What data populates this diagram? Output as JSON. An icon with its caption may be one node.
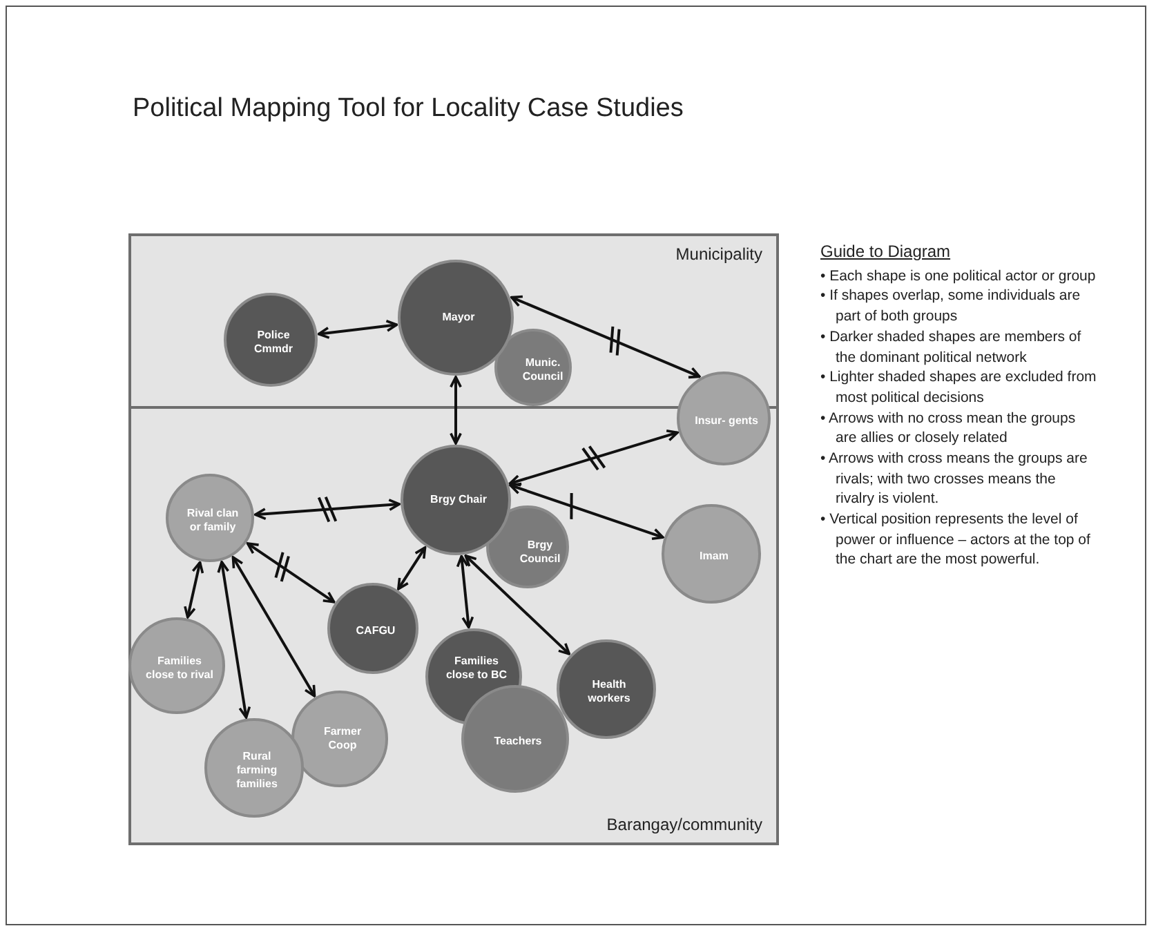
{
  "diagram": {
    "title": "Political Mapping Tool for Locality Case Studies",
    "nodes": [
      {
        "text": [
          "Municipality"
        ]
      },
      {
        "text": [
          "Barangay/community"
        ]
      },
      {
        "text": [
          "Police Cmmdr"
        ],
        "in": 0
      },
      {
        "text": [
          "Mayor"
        ],
        "in": 0
      },
      {
        "text": [
          "Munic. Council"
        ],
        "in": 0
      },
      {
        "text": [
          "Insur- gents"
        ]
      },
      {
        "text": [
          "Rival clan or family"
        ],
        "in": 1
      },
      {
        "text": [
          "Brgy Chair"
        ],
        "in": 1
      },
      {
        "text": [
          "Brgy Council"
        ],
        "in": 1
      },
      {
        "text": [
          "Imam"
        ],
        "in": 1
      },
      {
        "text": [
          "CAFGU"
        ],
        "in": 1
      },
      {
        "text": [
          "Families close to rival"
        ],
        "in": 1
      },
      {
        "text": [
          "Families close to BC"
        ],
        "in": 1
      },
      {
        "text": [
          "Health workers"
        ],
        "in": 1
      },
      {
        "text": [
          "Farmer Coop"
        ],
        "in": 1
      },
      {
        "text": [
          "Teachers"
        ],
        "in": 1
      },
      {
        "text": [
          "Rural farming families"
        ],
        "in": 1
      }
    ],
    "edges": [
      {
        "from": 2,
        "to": 3,
        "arrow": "both"
      },
      {
        "from": 3,
        "to": 5,
        "arrow": "both"
      },
      {
        "from": 3,
        "to": 7,
        "arrow": "both"
      },
      {
        "from": 5,
        "to": 7,
        "arrow": "both"
      },
      {
        "from": 6,
        "to": 7,
        "arrow": "both"
      },
      {
        "from": 7,
        "to": 9,
        "arrow": "both"
      },
      {
        "from": 6,
        "to": 10,
        "arrow": "both"
      },
      {
        "from": 7,
        "to": 10,
        "arrow": "both"
      },
      {
        "from": 7,
        "to": 12,
        "arrow": "both"
      },
      {
        "from": 7,
        "to": 13,
        "arrow": "both"
      },
      {
        "from": 6,
        "to": 11,
        "arrow": "both"
      },
      {
        "from": 6,
        "to": 16,
        "arrow": "both"
      },
      {
        "from": 6,
        "to": 14,
        "arrow": "both"
      }
    ],
    "labels": [
      "Guide to Diagram",
      "• Each shape is one political actor or group",
      "• If shapes overlap, some individuals are part of both groups",
      "• Darker shaded shapes are members of the dominant political network",
      "• Lighter shaded shapes are excluded from most political decisions",
      "• Arrows with no cross mean the groups are allies or closely related",
      "• Arrows with cross means the groups are rivals; with two crosses means the rivalry is violent.",
      "• Vertical position represents the level of power or influence – actors at the top of the chart are the most powerful."
    ]
  }
}
